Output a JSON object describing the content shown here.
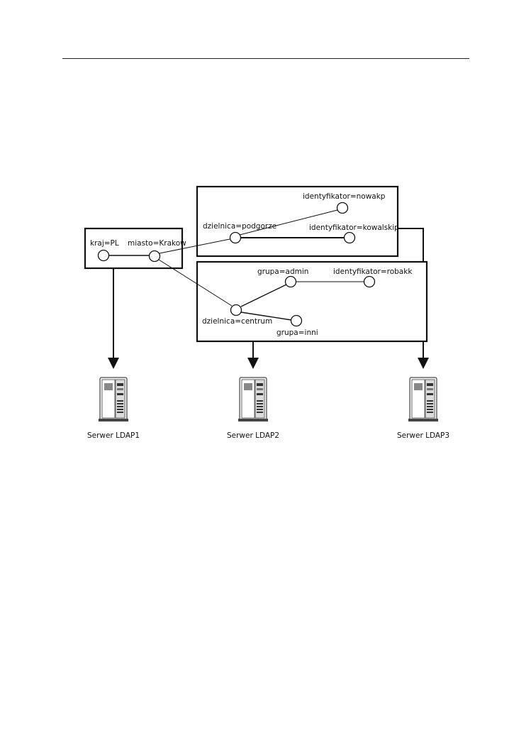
{
  "nodes": {
    "kraj": "kraj=PL",
    "miasto": "miasto=Krakow",
    "podgorze": "dzielnica=podgorze",
    "nowakp": "identyfikator=nowakp",
    "kowalskip": "identyfikator=kowalskip",
    "admin": "grupa=admin",
    "robakk": "identyfikator=robakk",
    "centrum": "dzielnica=centrum",
    "inni": "grupa=inni"
  },
  "servers": {
    "ldap1": "Serwer LDAP1",
    "ldap2": "Serwer LDAP2",
    "ldap3": "Serwer LDAP3"
  },
  "colors": {
    "ink": "#111111",
    "server_body": "#f2f2f2",
    "server_dark": "#333333"
  },
  "icons": [
    "server-icon"
  ]
}
